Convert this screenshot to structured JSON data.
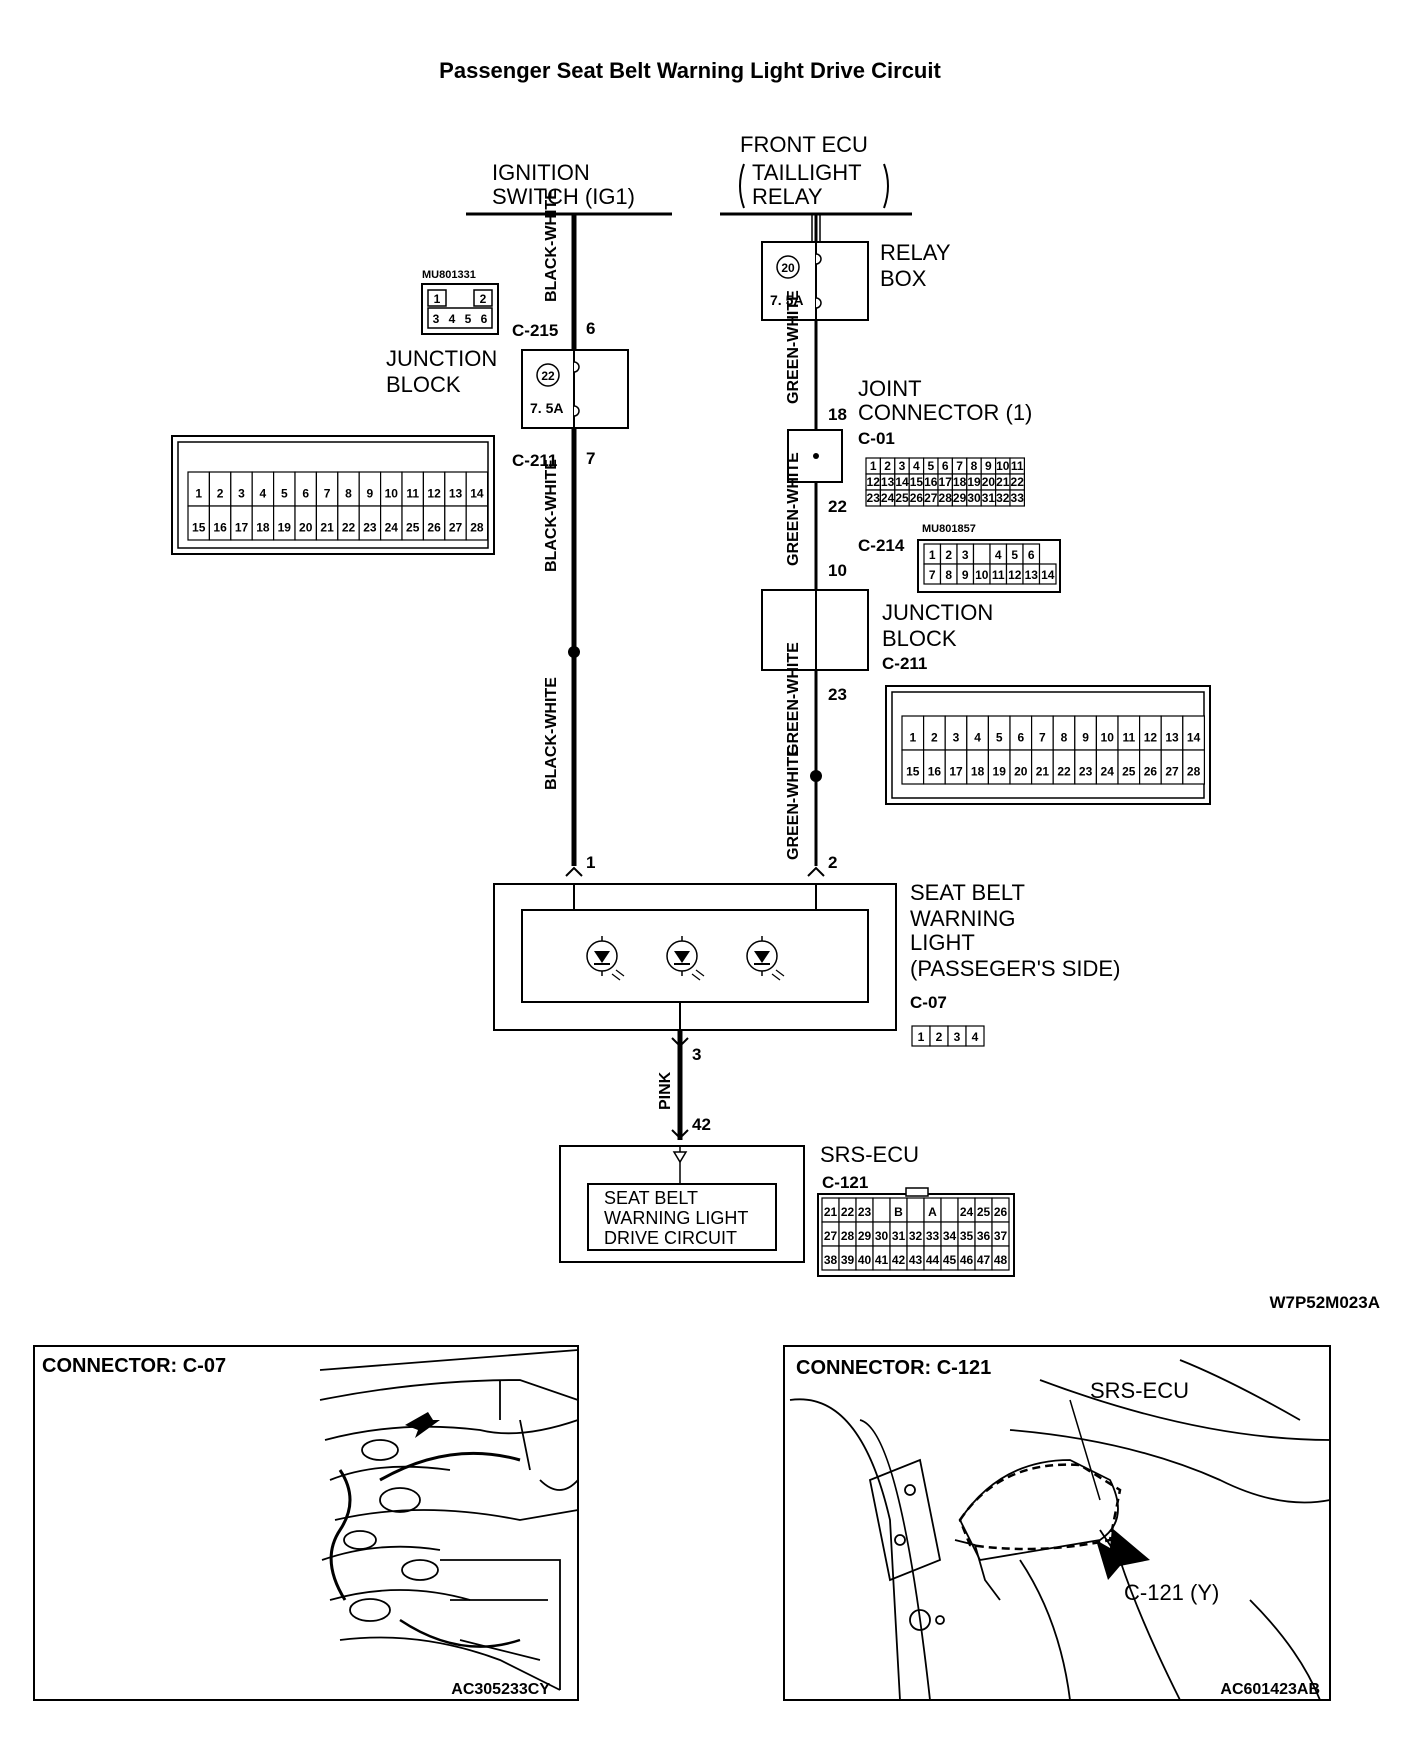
{
  "title": "Passenger Seat Belt Warning Light Drive Circuit",
  "sources": {
    "ignition": [
      "IGNITION",
      "SWITCH (IG1)"
    ],
    "front_ecu": [
      "FRONT ECU",
      "TAILLIGHT",
      "RELAY"
    ]
  },
  "relay_box": {
    "label": [
      "RELAY",
      "BOX"
    ],
    "fuse_no": "20",
    "rating": "7. 5A"
  },
  "junction_block_left": {
    "label": [
      "JUNCTION",
      "BLOCK"
    ],
    "fuse_no": "22",
    "rating": "7. 5A",
    "conn_in": "C-215",
    "pin_in": "6",
    "conn_out": "C-211",
    "pin_out": "7"
  },
  "joint_connector": {
    "label": [
      "JOINT",
      "CONNECTOR (1)"
    ],
    "conn": "C-01",
    "pin_in": "18",
    "pin_out": "22"
  },
  "junction_block_right": {
    "label": [
      "JUNCTION",
      "BLOCK"
    ],
    "conn": "C-211",
    "conn_in": "C-214",
    "pin_in": "10",
    "pin_out": "23"
  },
  "wires": {
    "black_white": "BLACK-WHITE",
    "green_white": "GREEN-WHITE",
    "pink": "PINK"
  },
  "seat_belt_light": {
    "label": [
      "SEAT BELT",
      "WARNING",
      "LIGHT",
      "(PASSEGER'S SIDE)"
    ],
    "conn": "C-07",
    "pin1": "1",
    "pin2": "2",
    "pin3": "3"
  },
  "srs_ecu": {
    "label": "SRS-ECU",
    "conn": "C-121",
    "pin": "42",
    "inner": [
      "SEAT BELT",
      "WARNING LIGHT",
      "DRIVE CIRCUIT"
    ]
  },
  "part_numbers": {
    "mu1": "MU801331",
    "mu2": "MU801857"
  },
  "connector_grids": {
    "c215": {
      "top": [
        "1",
        "2"
      ],
      "bottom": [
        "3",
        "4",
        "5",
        "6"
      ]
    },
    "c211_row1": [
      "1",
      "2",
      "3",
      "4",
      "5",
      "6",
      "7",
      "8",
      "9",
      "10",
      "11",
      "12",
      "13",
      "14"
    ],
    "c211_row2": [
      "15",
      "16",
      "17",
      "18",
      "19",
      "20",
      "21",
      "22",
      "23",
      "24",
      "25",
      "26",
      "27",
      "28"
    ],
    "c01_row1": [
      "1",
      "2",
      "3",
      "4",
      "5",
      "6",
      "7",
      "8",
      "9",
      "10",
      "11"
    ],
    "c01_row2": [
      "12",
      "13",
      "14",
      "15",
      "16",
      "17",
      "18",
      "19",
      "20",
      "21",
      "22"
    ],
    "c01_row3": [
      "23",
      "24",
      "25",
      "26",
      "27",
      "28",
      "29",
      "30",
      "31",
      "32",
      "33"
    ],
    "c214_row1": [
      "1",
      "2",
      "3",
      "",
      "4",
      "5",
      "6"
    ],
    "c214_row2": [
      "7",
      "8",
      "9",
      "10",
      "11",
      "12",
      "13",
      "14"
    ],
    "c07": [
      "1",
      "2",
      "3",
      "4"
    ],
    "c121_row1": [
      "21",
      "22",
      "23",
      "",
      "B",
      "",
      "A",
      "",
      "24",
      "25",
      "26"
    ],
    "c121_row2": [
      "27",
      "28",
      "29",
      "30",
      "31",
      "32",
      "33",
      "34",
      "35",
      "36",
      "37"
    ],
    "c121_row3": [
      "38",
      "39",
      "40",
      "41",
      "42",
      "43",
      "44",
      "45",
      "46",
      "47",
      "48"
    ]
  },
  "figure_code": "W7P52M023A",
  "panel_left": {
    "title": "CONNECTOR: C-07",
    "code": "AC305233CY"
  },
  "panel_right": {
    "title": "CONNECTOR: C-121",
    "callout_ecu": "SRS-ECU",
    "callout_conn": "C-121 (Y)",
    "code": "AC601423AB"
  }
}
